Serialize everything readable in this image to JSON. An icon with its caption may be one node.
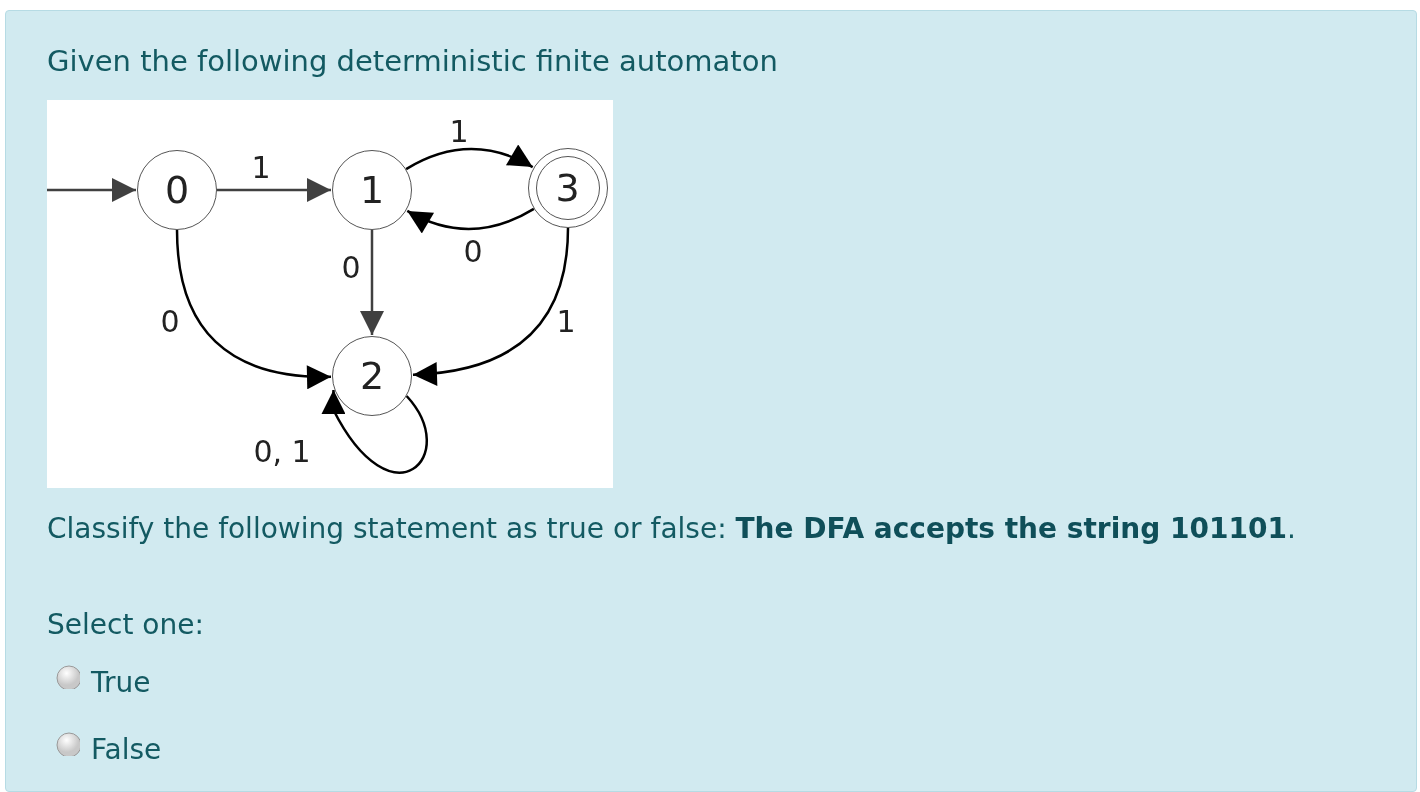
{
  "diagram": {
    "nodes": [
      {
        "text": [
          "0"
        ]
      },
      {
        "text": [
          "1"
        ]
      },
      {
        "text": [],
        "shape": "circle"
      },
      {
        "text": [
          "3"
        ],
        "in": 2
      },
      {
        "text": [
          "2"
        ]
      }
    ],
    "edges": [
      {
        "from": null,
        "to": 0,
        "arrow": "to",
        "color": "#404040"
      },
      {
        "from": 0,
        "to": 1,
        "arrow": "to",
        "label": "1",
        "color": "#404040"
      },
      {
        "from": 1,
        "to": 2,
        "arrow": "to",
        "label": "1"
      },
      {
        "from": 2,
        "to": 1,
        "arrow": "to",
        "label": "0"
      },
      {
        "from": 1,
        "to": 4,
        "arrow": "to",
        "label": "0",
        "color": "#404040"
      },
      {
        "from": 0,
        "to": 4,
        "arrow": "to",
        "label": "0"
      },
      {
        "from": 2,
        "to": 4,
        "arrow": "to",
        "label": "1"
      },
      {
        "from": 4,
        "to": 4,
        "arrow": "to",
        "label": "0, 1"
      }
    ],
    "labels": [
      "Given the following deterministic finite automaton",
      "Classify the following statement as true or false: **The DFA accepts the string 101101**.",
      "Select one:",
      "True",
      "False"
    ]
  }
}
